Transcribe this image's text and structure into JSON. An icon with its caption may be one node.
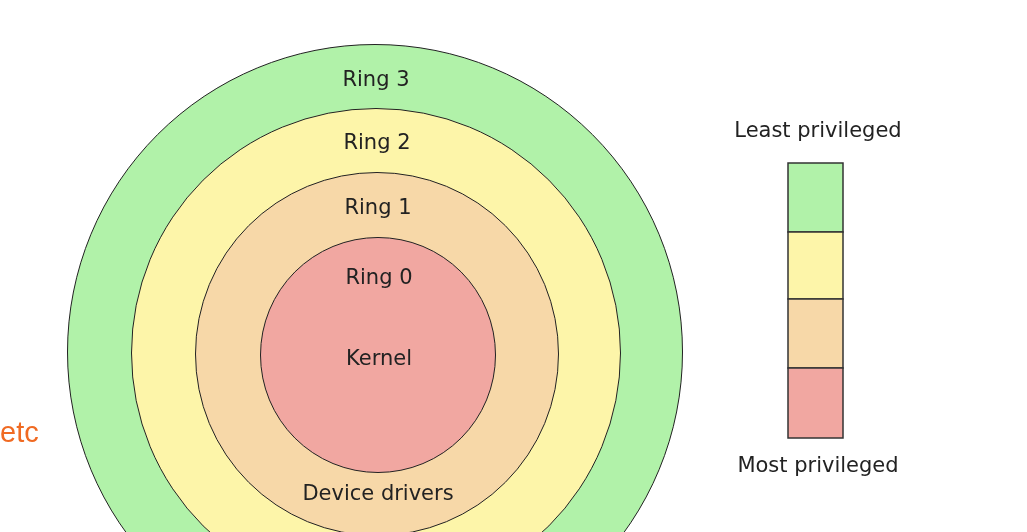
{
  "diagram": {
    "nodes": [
      {
        "text": [
          "Ring 3"
        ]
      },
      {
        "text": [
          "Ring 2"
        ],
        "in": 0
      },
      {
        "text": [
          "Ring 1",
          "Device drivers"
        ],
        "in": 1
      },
      {
        "text": [
          "Ring 0",
          "Kernel"
        ],
        "in": 2
      }
    ],
    "labels": [
      "Least privileged",
      "Most privileged",
      "etc"
    ]
  }
}
